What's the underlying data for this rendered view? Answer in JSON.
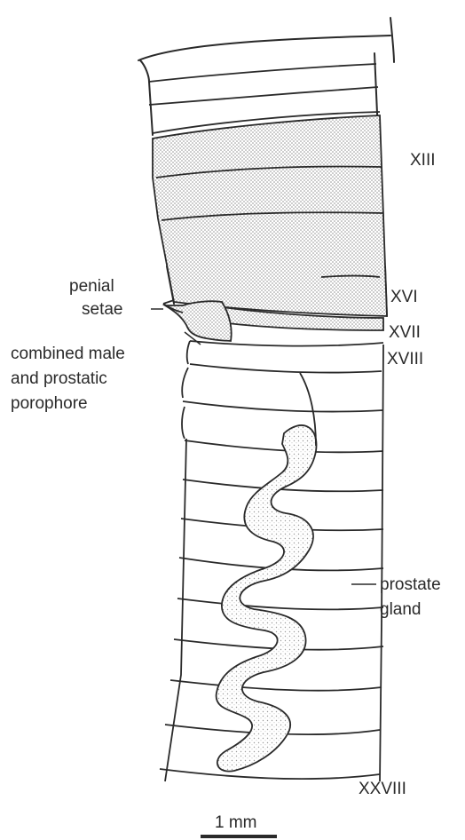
{
  "labels": {
    "penial_setae": [
      "penial",
      "setae"
    ],
    "porophore": [
      "combined male",
      "and prostatic",
      "porophore"
    ],
    "prostate_gland": [
      "prostate",
      "gland"
    ]
  },
  "segments": {
    "xiii": "XIII",
    "xvi": "XVI",
    "xvii": "XVII",
    "xviii": "XVIII",
    "xxviii": "XXVIII"
  },
  "scale_bar": {
    "label": "1 mm"
  },
  "colors": {
    "ink": "#2a2a2a",
    "stipple": "#9a9a9a",
    "background": "#ffffff"
  }
}
